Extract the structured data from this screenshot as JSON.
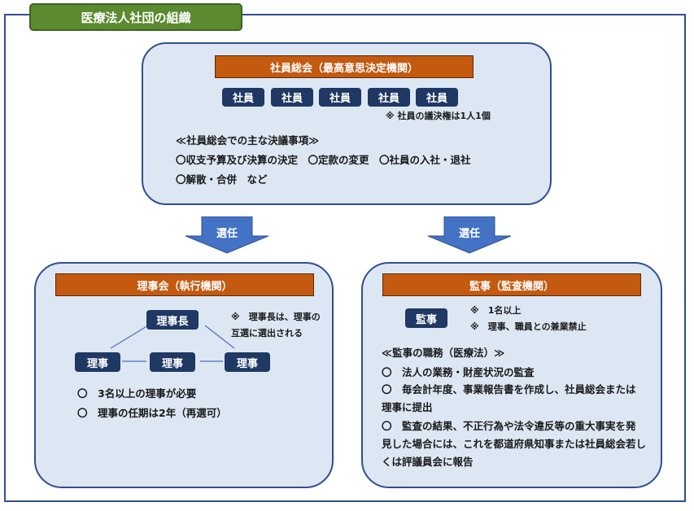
{
  "title": "医療法人社団の組織",
  "general_meeting": {
    "header": "社員総会（最高意思決定機関）",
    "members": [
      "社員",
      "社員",
      "社員",
      "社員",
      "社員"
    ],
    "vote_note": "※ 社員の議決権は1人1個",
    "resolutions_heading": "≪社員総会での主な決議事項≫",
    "resolutions_line1": "〇収支予算及び決算の決定　〇定款の変更　〇社員の入社・退社",
    "resolutions_line2": "〇解散・合併　など"
  },
  "arrows": {
    "left_label": "選任",
    "right_label": "選任"
  },
  "board": {
    "header": "理事会（執行機関）",
    "chair": "理事長",
    "directors": [
      "理事",
      "理事",
      "理事"
    ],
    "chair_note_line1": "※　理事長は、理事の",
    "chair_note_line2": "互選に選出される",
    "notes": [
      "〇　3名以上の理事が必要",
      "〇　理事の任期は2年（再選可）"
    ]
  },
  "auditor": {
    "header": "監事（監査機関）",
    "chip": "監事",
    "note1": "※　1名以上",
    "note2": "※　理事、職員との兼業禁止",
    "duties_heading": "≪監事の職務（医療法）≫",
    "duty1": "〇　法人の業務・財産状況の監査",
    "duty2_line1": "〇　毎会計年度、事業報告書を作成し、社員総会または",
    "duty2_line2": "理事に提出",
    "duty3_line1": "〇　監査の結果、不正行為や法令違反等の重大事実を発",
    "duty3_line2": "見した場合には、これを都道府県知事または社員総会若し",
    "duty3_line3": "くは評議員会に報告"
  },
  "colors": {
    "panel_fill": "#dde7f3",
    "border": "#2f4f8f",
    "header_orange": "#c45910",
    "chip_navy": "#1f3864",
    "title_green": "#5b8a2f",
    "arrow_blue": "#4472c4"
  }
}
